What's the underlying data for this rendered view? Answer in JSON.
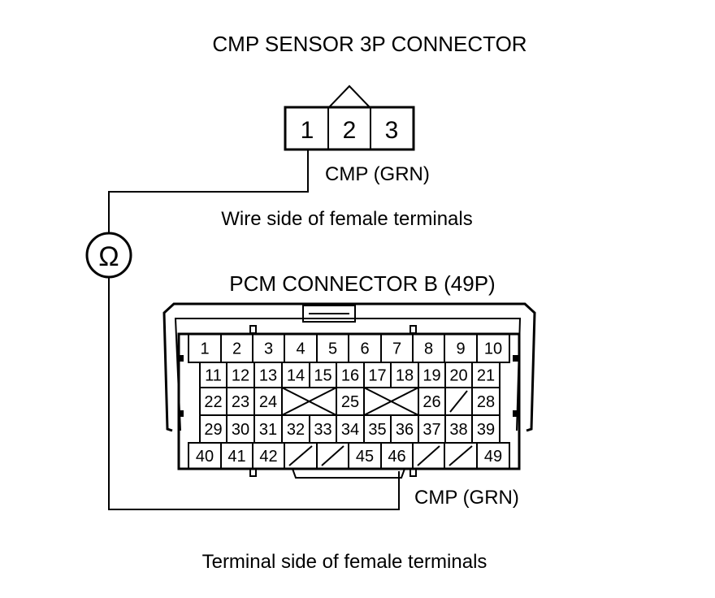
{
  "cmp_connector": {
    "title": "CMP SENSOR 3P CONNECTOR",
    "pins": [
      "1",
      "2",
      "3"
    ],
    "wire_label": "CMP (GRN)",
    "view_caption": "Wire side of female terminals"
  },
  "meter": {
    "symbol": "Ω"
  },
  "pcm_connector": {
    "title": "PCM CONNECTOR B (49P)",
    "wire_label": "CMP (GRN)",
    "view_caption": "Terminal side of female terminals",
    "rows": [
      [
        "1",
        "2",
        "3",
        "4",
        "5",
        "6",
        "7",
        "8",
        "9",
        "10"
      ],
      [
        "11",
        "12",
        "13",
        "14",
        "15",
        "16",
        "17",
        "18",
        "19",
        "20",
        "21"
      ],
      [
        "22",
        "23",
        "24",
        "",
        "25",
        "",
        "26",
        "",
        "28"
      ],
      [
        "29",
        "30",
        "31",
        "32",
        "33",
        "34",
        "35",
        "36",
        "37",
        "38",
        "39"
      ],
      [
        "40",
        "41",
        "42",
        "",
        "",
        "45",
        "46",
        "",
        "",
        "49"
      ]
    ]
  }
}
